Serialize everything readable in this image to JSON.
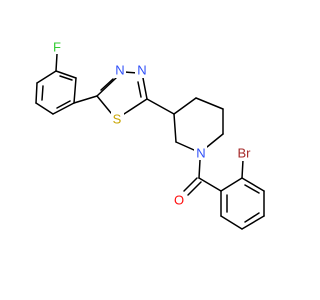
{
  "molecule": {
    "atoms": {
      "F": {
        "symbol": "F",
        "color": "#33cc33"
      },
      "N1": {
        "symbol": "N",
        "color": "#3050f8"
      },
      "N2": {
        "symbol": "N",
        "color": "#3050f8"
      },
      "S": {
        "symbol": "S",
        "color": "#c8a400"
      },
      "Npip": {
        "symbol": "N",
        "color": "#3050f8"
      },
      "O": {
        "symbol": "O",
        "color": "#ff0d0d"
      },
      "Br": {
        "symbol": "Br",
        "color": "#a62929"
      }
    },
    "bond_color": "#000000"
  }
}
